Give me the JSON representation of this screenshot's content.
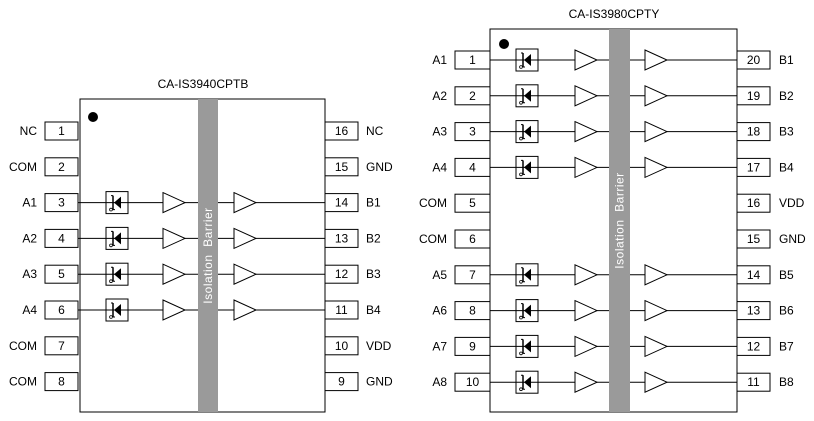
{
  "colors": {
    "barrier": "#9a9a9a",
    "line": "#000000",
    "barrier_text": "#ffffff"
  },
  "chips": [
    {
      "id": "cptb",
      "title": "CA-IS3940CPTB",
      "barrier_label": "Isolation  Barrier",
      "left_pins": [
        {
          "num": "1",
          "name": "NC",
          "channel": false
        },
        {
          "num": "2",
          "name": "COM",
          "channel": false
        },
        {
          "num": "3",
          "name": "A1",
          "channel": true
        },
        {
          "num": "4",
          "name": "A2",
          "channel": true
        },
        {
          "num": "5",
          "name": "A3",
          "channel": true
        },
        {
          "num": "6",
          "name": "A4",
          "channel": true
        },
        {
          "num": "7",
          "name": "COM",
          "channel": false
        },
        {
          "num": "8",
          "name": "COM",
          "channel": false
        }
      ],
      "right_pins": [
        {
          "num": "16",
          "name": "NC"
        },
        {
          "num": "15",
          "name": "GND"
        },
        {
          "num": "14",
          "name": "B1"
        },
        {
          "num": "13",
          "name": "B2"
        },
        {
          "num": "12",
          "name": "B3"
        },
        {
          "num": "11",
          "name": "B4"
        },
        {
          "num": "10",
          "name": "VDD"
        },
        {
          "num": "9",
          "name": "GND"
        }
      ]
    },
    {
      "id": "cpty",
      "title": "CA-IS3980CPTY",
      "barrier_label": "Isolation  Barrier",
      "left_pins": [
        {
          "num": "1",
          "name": "A1",
          "channel": true
        },
        {
          "num": "2",
          "name": "A2",
          "channel": true
        },
        {
          "num": "3",
          "name": "A3",
          "channel": true
        },
        {
          "num": "4",
          "name": "A4",
          "channel": true
        },
        {
          "num": "5",
          "name": "COM",
          "channel": false
        },
        {
          "num": "6",
          "name": "COM",
          "channel": false
        },
        {
          "num": "7",
          "name": "A5",
          "channel": true
        },
        {
          "num": "8",
          "name": "A6",
          "channel": true
        },
        {
          "num": "9",
          "name": "A7",
          "channel": true
        },
        {
          "num": "10",
          "name": "A8",
          "channel": true
        }
      ],
      "right_pins": [
        {
          "num": "20",
          "name": "B1"
        },
        {
          "num": "19",
          "name": "B2"
        },
        {
          "num": "18",
          "name": "B3"
        },
        {
          "num": "17",
          "name": "B4"
        },
        {
          "num": "16",
          "name": "VDD"
        },
        {
          "num": "15",
          "name": "GND"
        },
        {
          "num": "14",
          "name": "B5"
        },
        {
          "num": "13",
          "name": "B6"
        },
        {
          "num": "12",
          "name": "B7"
        },
        {
          "num": "11",
          "name": "B8"
        }
      ]
    }
  ]
}
